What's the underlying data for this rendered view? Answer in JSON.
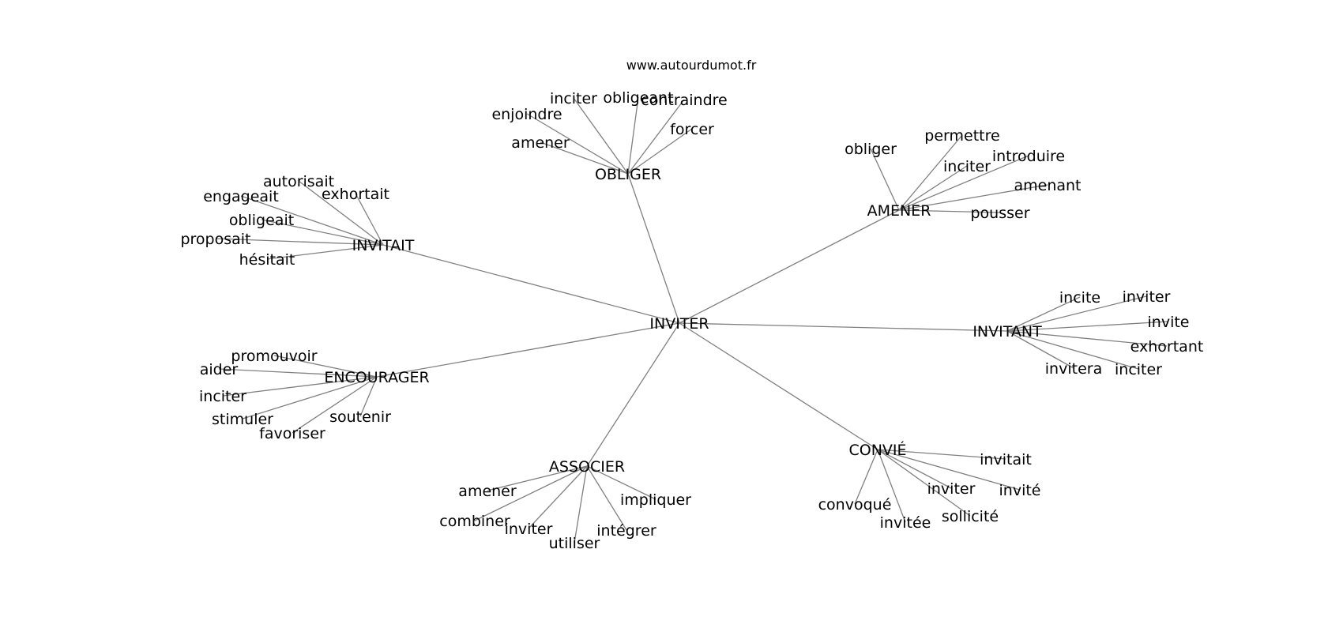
{
  "source_text": "www.autourdumot.fr",
  "colors": {
    "edge": "#808080",
    "text": "#000000",
    "background": "#ffffff"
  },
  "graph": {
    "root": "INVITER",
    "groups": [
      {
        "hub": "OBLIGER",
        "leaves": [
          "inciter",
          "obligeant",
          "contraindre",
          "enjoindre",
          "forcer",
          "amener"
        ]
      },
      {
        "hub": "AMENER",
        "leaves": [
          "obliger",
          "permettre",
          "inciter",
          "introduire",
          "amenant",
          "pousser"
        ]
      },
      {
        "hub": "INVITAIT",
        "leaves": [
          "autorisait",
          "exhortait",
          "engageait",
          "obligeait",
          "proposait",
          "hésitait"
        ]
      },
      {
        "hub": "INVITANT",
        "leaves": [
          "incite",
          "inviter",
          "invite",
          "exhortant",
          "invitera",
          "inciter"
        ]
      },
      {
        "hub": "ENCOURAGER",
        "leaves": [
          "promouvoir",
          "aider",
          "inciter",
          "stimuler",
          "favoriser",
          "soutenir"
        ]
      },
      {
        "hub": "ASSOCIER",
        "leaves": [
          "amener",
          "impliquer",
          "combiner",
          "inviter",
          "intégrer",
          "utiliser"
        ]
      },
      {
        "hub": "CONVIÉ",
        "leaves": [
          "invitait",
          "inviter",
          "invité",
          "convoqué",
          "invitée",
          "sollicité"
        ]
      }
    ]
  }
}
